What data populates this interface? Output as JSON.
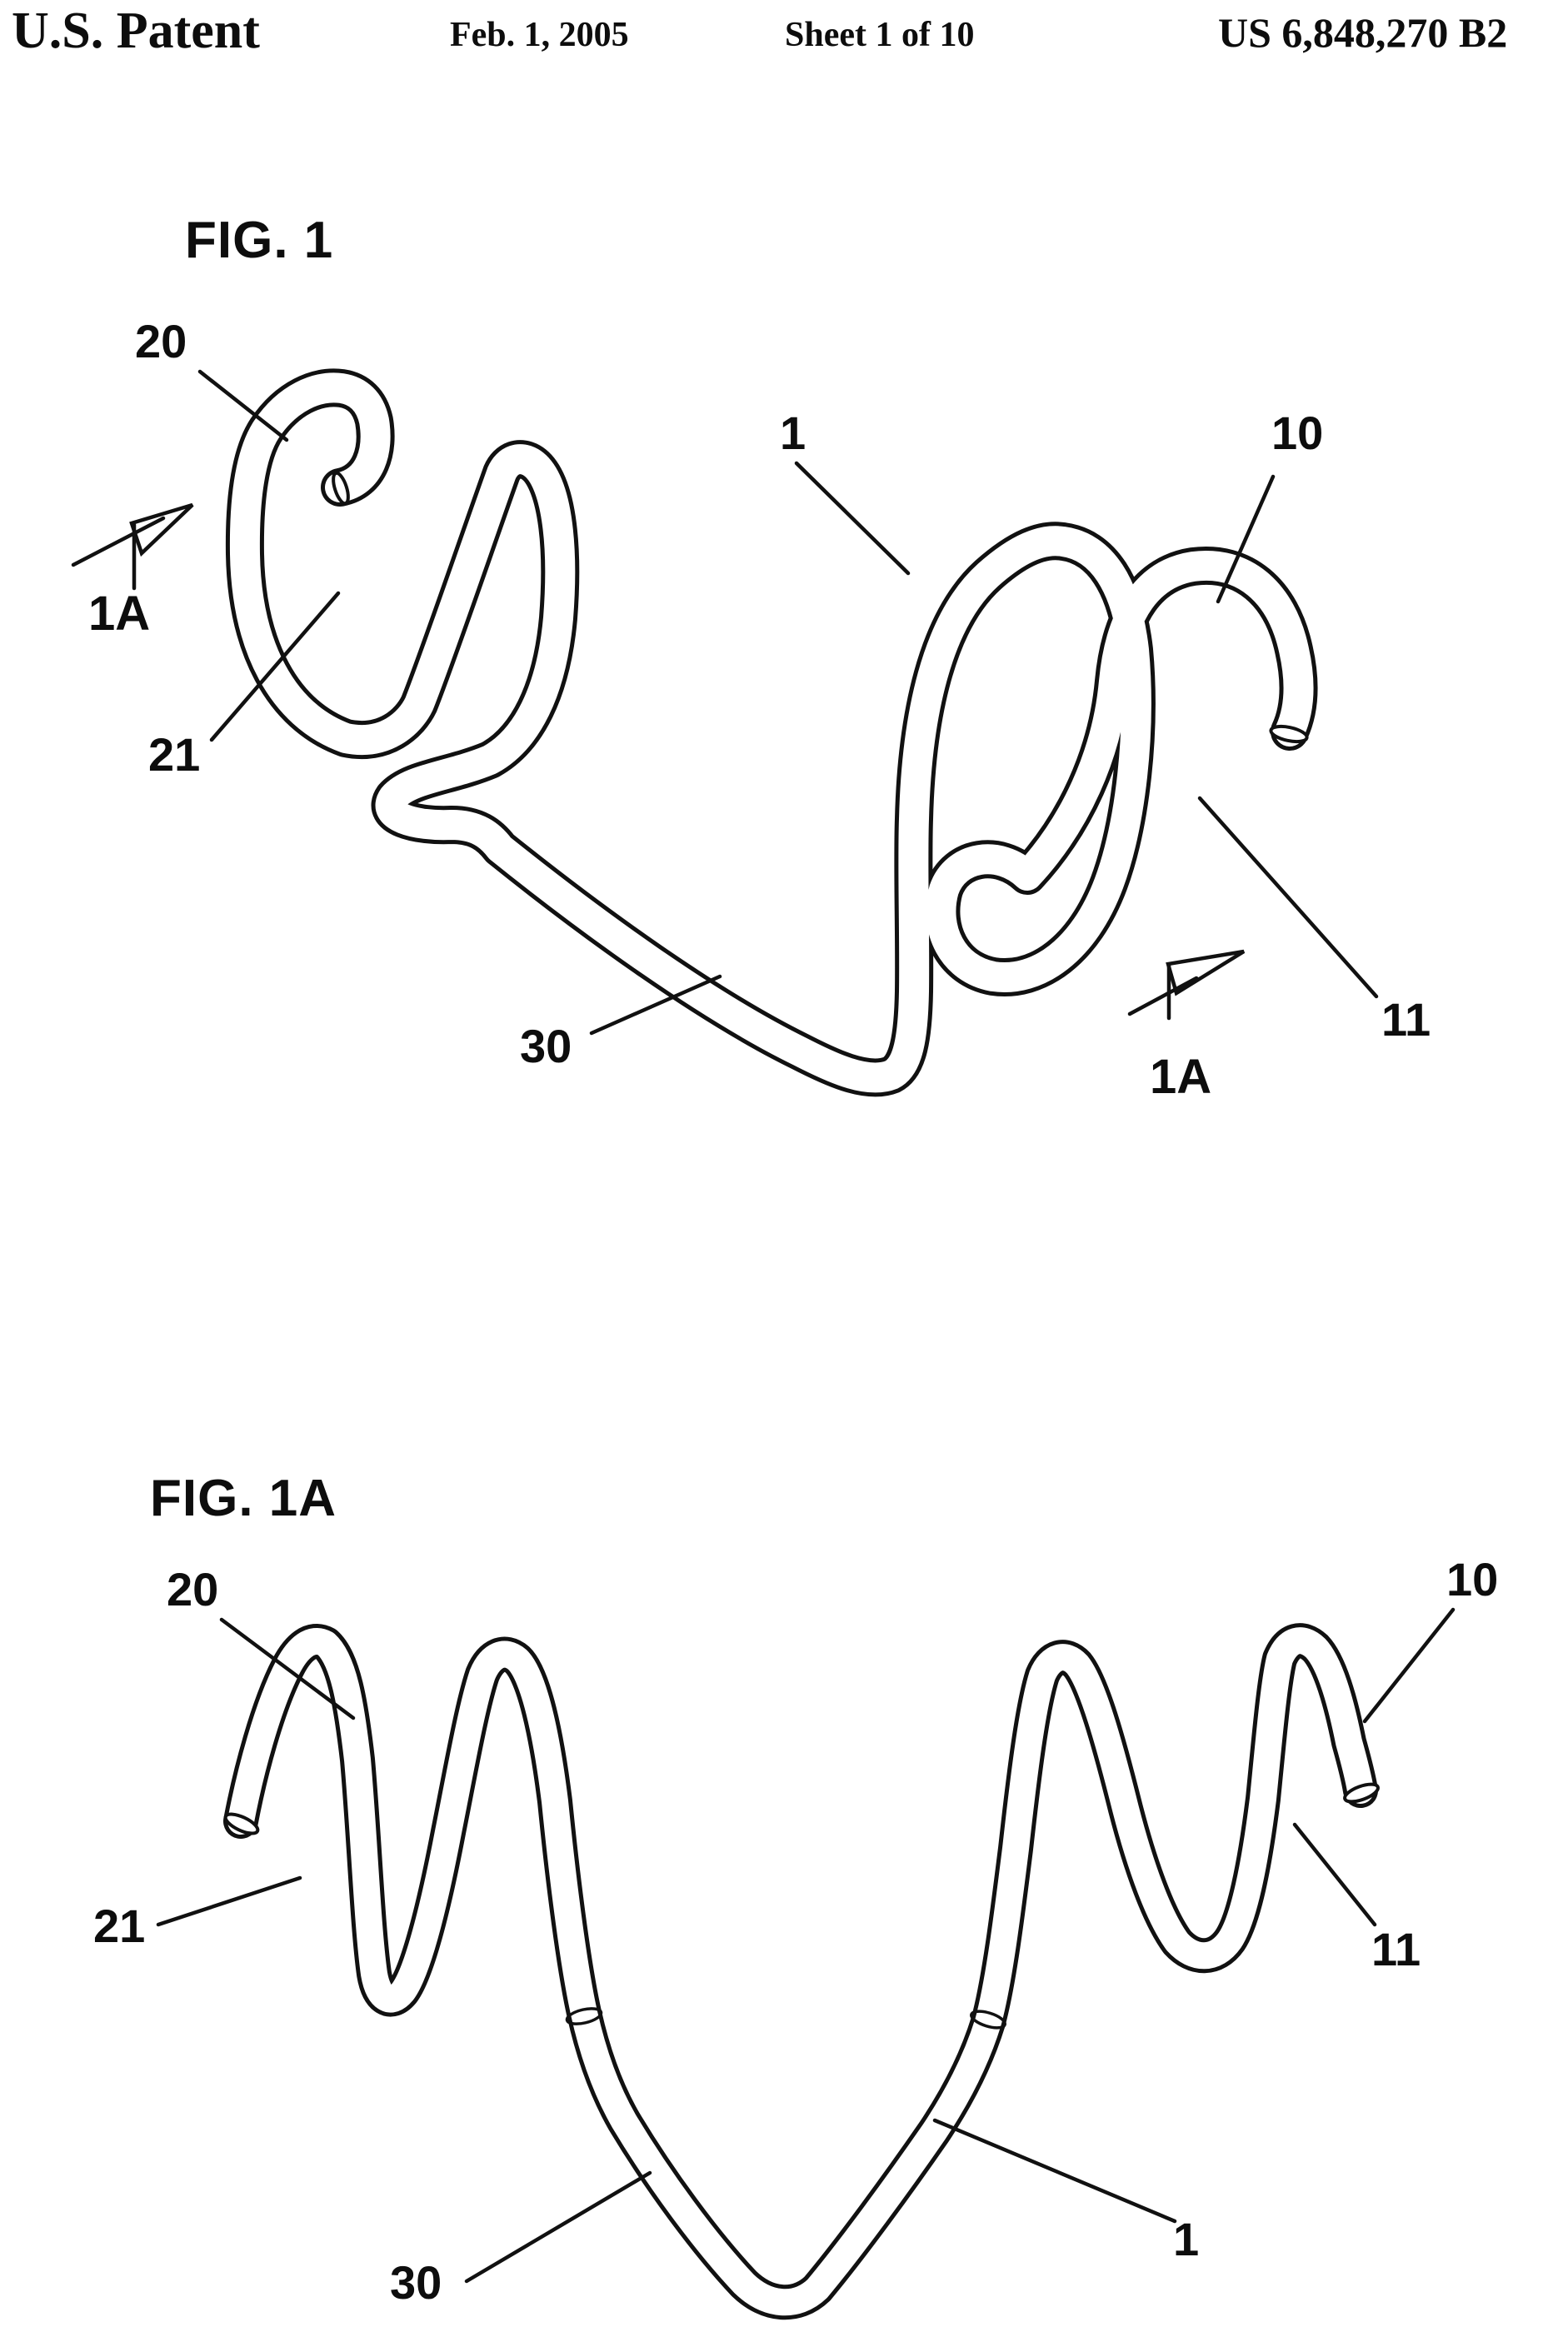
{
  "header": {
    "title": "U.S. Patent",
    "date": "Feb. 1, 2005",
    "sheet_info": "Sheet 1 of 10",
    "patent_number": "US 6,848,270 B2"
  },
  "figure1": {
    "caption": "FIG. 1",
    "section_marker_left": "1A",
    "section_marker_bottom": "1A",
    "refs": {
      "r20": "20",
      "r21": "21",
      "r30": "30",
      "r1": "1",
      "r10": "10",
      "r11": "11"
    }
  },
  "figure1a": {
    "caption": "FIG. 1A",
    "refs": {
      "r20": "20",
      "r21": "21",
      "r30": "30",
      "r1": "1",
      "r10": "10",
      "r11": "11"
    }
  },
  "ink_color": "#111111",
  "paper_color": "#ffffff"
}
